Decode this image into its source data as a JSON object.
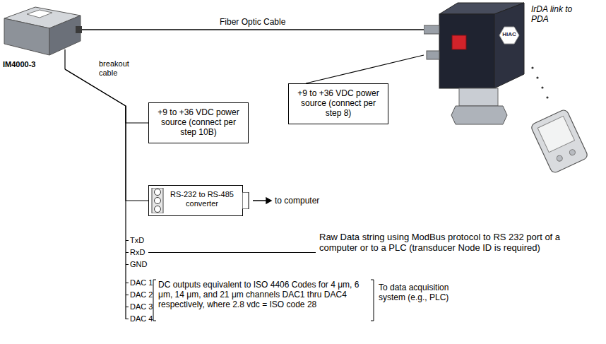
{
  "diagram": {
    "nodes": [
      {
        "text": [
          "IM4000-3"
        ]
      },
      {
        "text": [
          "HIAC"
        ]
      },
      {
        "text": [
          "+9 to +36 VDC power source (connect per step 8)"
        ]
      },
      {
        "text": [
          "+9 to +36 VDC power source (connect per step 10B)"
        ]
      },
      {
        "text": [
          "RS-232 to RS-485 converter"
        ]
      }
    ],
    "edges": [
      {
        "from": 0,
        "to": 1,
        "label": "Fiber Optic Cable",
        "arrow": "none"
      },
      {
        "from": 2,
        "to": 1,
        "arrow": "none"
      },
      {
        "from": 0,
        "to": 3,
        "arrow": "none"
      },
      {
        "from": 0,
        "to": 4,
        "arrow": "none"
      }
    ],
    "labels": [
      "IrDA link to PDA",
      "breakout cable",
      "to computer",
      "TxD",
      "RxD",
      "GND",
      "Raw Data string using ModBus protocol to RS 232 port of a computer or to a PLC (transducer Node ID is required)",
      "DAC 1",
      "DAC 2",
      "DAC 3",
      "DAC 4",
      "DC outputs equivalent to ISO 4406 Codes for 4 μm, 6 μm, 14 μm, and 21 μm channels DAC1 thru DAC4 respectively, where 2.8 vdc = ISO code 28",
      "To data acquisition system (e.g., PLC)"
    ]
  }
}
